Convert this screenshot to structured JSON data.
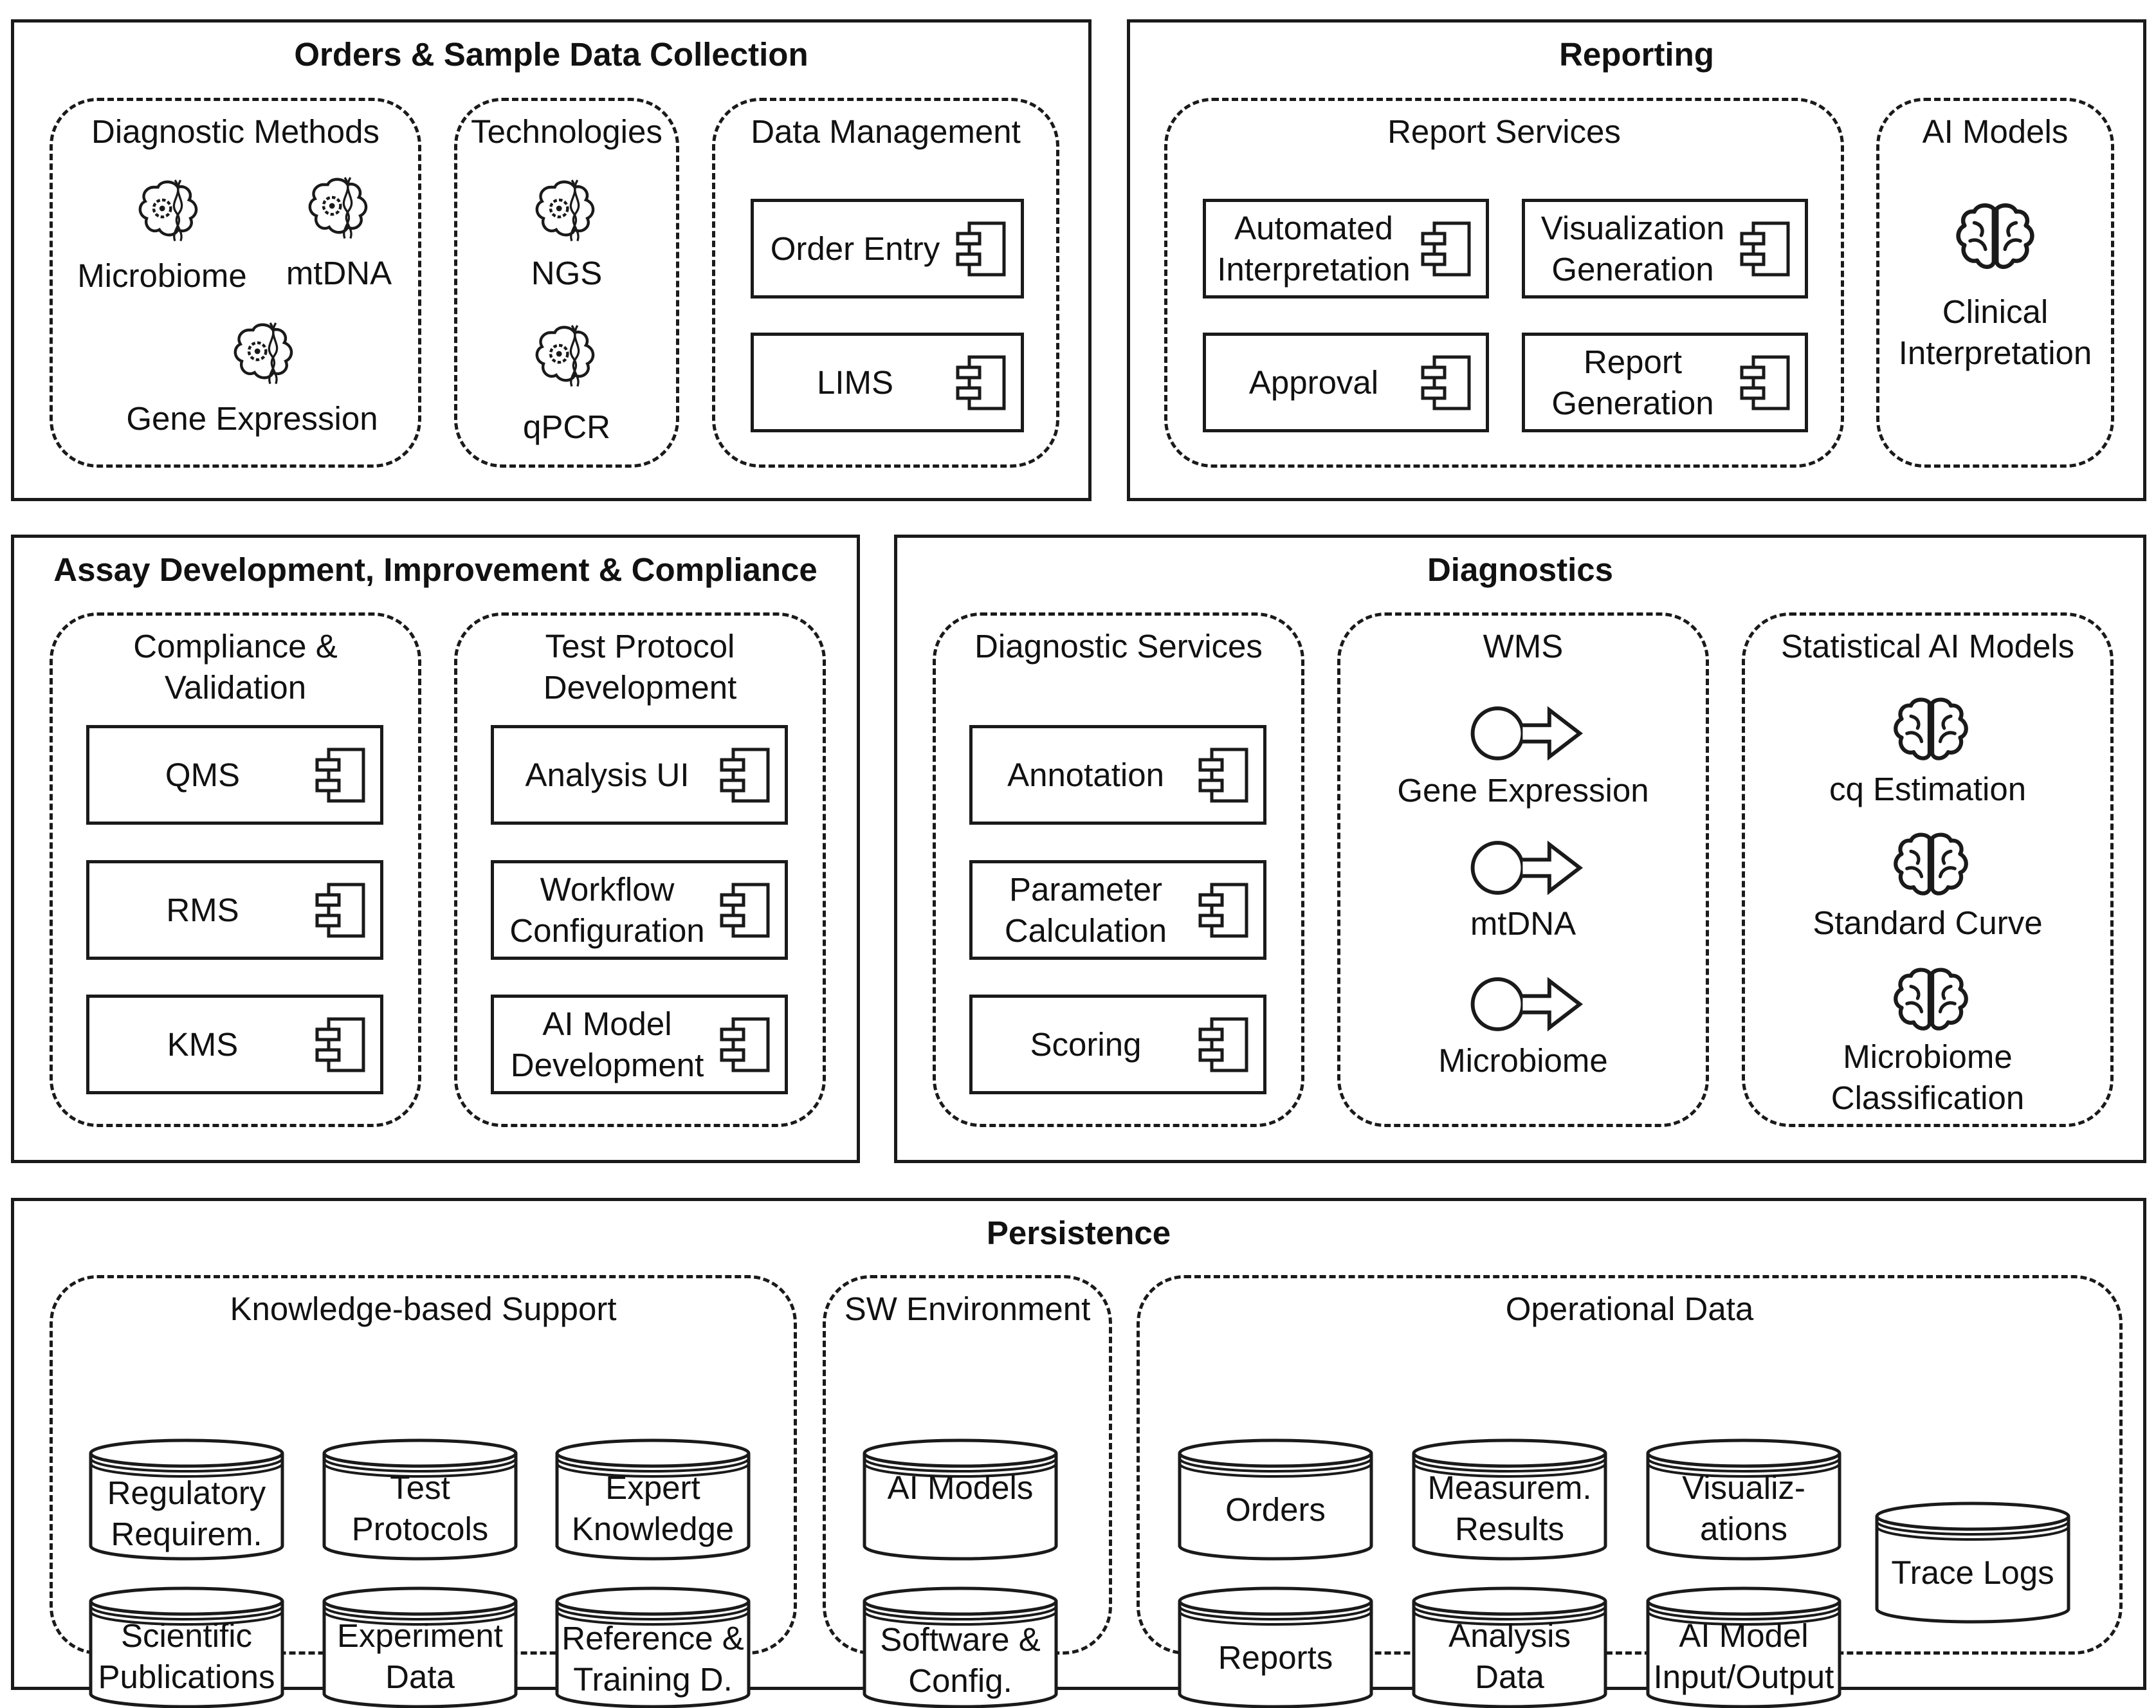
{
  "orders": {
    "title": "Orders & Sample Data Collection",
    "diagnostic_methods": {
      "title": "Diagnostic Methods",
      "items": [
        "Microbiome",
        "mtDNA",
        "Gene Expression"
      ]
    },
    "technologies": {
      "title": "Technologies",
      "items": [
        "NGS",
        "qPCR"
      ]
    },
    "data_management": {
      "title": "Data Management",
      "components": [
        "Order Entry",
        "LIMS"
      ]
    }
  },
  "reporting": {
    "title": "Reporting",
    "report_services": {
      "title": "Report Services",
      "components": [
        "Automated\nInterpretation",
        "Visualization\nGeneration",
        "Approval",
        "Report\nGeneration"
      ]
    },
    "ai_models": {
      "title": "AI Models",
      "items": [
        "Clinical\nInterpretation"
      ]
    }
  },
  "assay": {
    "title": "Assay Development, Improvement & Compliance",
    "compliance": {
      "title": "Compliance &\nValidation",
      "components": [
        "QMS",
        "RMS",
        "KMS"
      ]
    },
    "protocol": {
      "title": "Test Protocol\nDevelopment",
      "components": [
        "Analysis UI",
        "Workflow\nConfiguration",
        "AI Model\nDevelopment"
      ]
    }
  },
  "diagnostics": {
    "title": "Diagnostics",
    "services": {
      "title": "Diagnostic Services",
      "components": [
        "Annotation",
        "Parameter\nCalculation",
        "Scoring"
      ]
    },
    "wms": {
      "title": "WMS",
      "items": [
        "Gene Expression",
        "mtDNA",
        "Microbiome"
      ]
    },
    "stat_ai": {
      "title": "Statistical AI Models",
      "items": [
        "cq Estimation",
        "Standard Curve",
        "Microbiome\nClassification"
      ]
    }
  },
  "persistence": {
    "title": "Persistence",
    "knowledge": {
      "title": "Knowledge-based Support",
      "stores": [
        "Regulatory\nRequirem.",
        "Test\nProtocols",
        "Expert\nKnowledge",
        "Scientific\nPublications",
        "Experiment\nData",
        "Reference &\nTraining D."
      ]
    },
    "sw_env": {
      "title": "SW Environment",
      "stores": [
        "AI Models",
        "Software &\nConfig."
      ]
    },
    "operational": {
      "title": "Operational Data",
      "stores": [
        "Orders",
        "Measurem.\nResults",
        "Visualiz-\nations",
        "Reports",
        "Analysis\nData",
        "AI Model\nInput/Output",
        "Trace Logs"
      ]
    }
  },
  "icons": {
    "method": "dna-gear-icon",
    "component": "component-icon",
    "datastore": "database-icon",
    "brain": "brain-icon",
    "process": "process-arrow-icon"
  }
}
